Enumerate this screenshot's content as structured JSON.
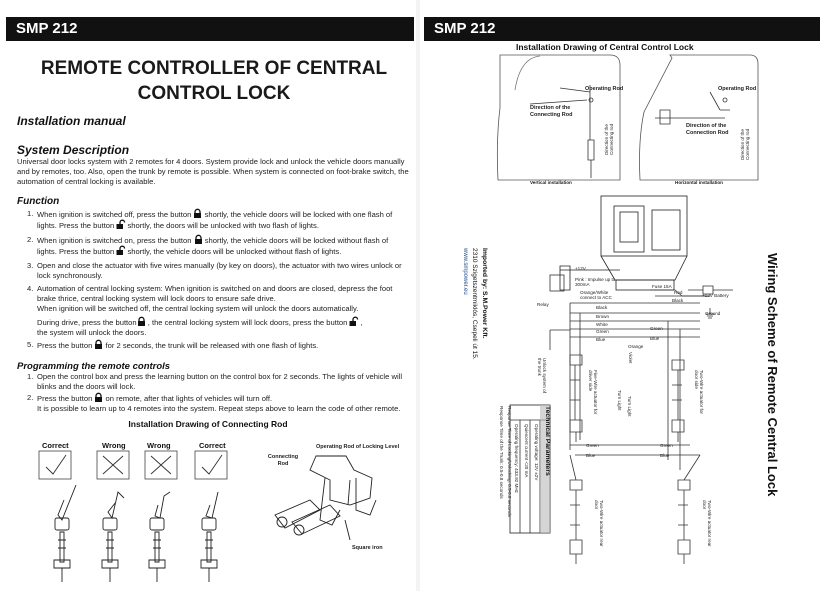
{
  "left": {
    "header": "SMP 212",
    "title": "REMOTE CONTROLLER OF CENTRAL CONTROL LOCK",
    "install_manual": "Installation manual",
    "system_desc": {
      "heading": "System Description",
      "text": "Universal door locks system with 2 remotes for 4 doors. System provide lock and unlock the vehicle doors manually and by remotes, too.  Also, open the trunk by remote is possible. When system is connected on foot-brake switch, the automation of central locking is available."
    },
    "function": {
      "heading": "Function",
      "items": [
        {
          "n": "1.",
          "a": "When ignition is switched off, press the button ",
          "b": " shortly, the vehicle doors will be locked with one flash of lights. Press the button ",
          "c": " shortly, the doors will be unlocked with two flash of lights."
        },
        {
          "n": "2.",
          "a": "When ignition is switched on, press the button ",
          "b": " shortly, the vehicle doors will be locked without flash of lights. Press the button ",
          "c": " shortly, the vehicle doors will be unlocked without flash of lights."
        },
        {
          "n": "3.",
          "a": "Open and close the actuator with five wires manually (by key on doors), the actuator with two wires unlock or lock synchronously."
        },
        {
          "n": "4.",
          "a": "Automation of central locking system: When ignition is switched on and doors are closed, depress the foot brake thrice, central locking system will lock doors to ensure safe drive.",
          "a2": "When ignition will be switched off, the central locking system will unlock the doors automatically.",
          "a3": "During drive, press the button ",
          "b": " , the central locking system will lock doors, press the button ",
          "c": " ,",
          "d": "the system will unlock the doors."
        },
        {
          "n": "5.",
          "a": "Press the button ",
          "b": " for 2 seconds, the trunk will be released with one flash of lights."
        }
      ]
    },
    "programming": {
      "heading": "Programming the remote controls",
      "items": [
        {
          "n": "1.",
          "a": "Open the control box and press the learning button on the control box for 2 seconds. The lights of vehicle will blinks and the doors will lock."
        },
        {
          "n": "2.",
          "a": "Press the button ",
          "b": " on remote, after that lights of vehicles will turn off.",
          "c": "It is possible to learn up to 4 remotes into the system. Repeat steps above to learn the code of other remote."
        }
      ]
    },
    "drawing": {
      "title": "Installation Drawing of Connecting Rod",
      "labels": [
        "Correct",
        "Wrong",
        "Wrong",
        "Correct"
      ],
      "connecting_rod": "Connecting Rod",
      "operating_rod": "Operating Rod of Locking Level",
      "square_iron": "Square iron"
    }
  },
  "right": {
    "header": "SMP 212",
    "central_title": "Installation Drawing of Central Control Lock",
    "operating_rod": "Operating Rod",
    "dir_conn_rod": "Direction of the Connecting Rod",
    "dir_conn_rod2": "Direction of the Connection Rod",
    "dir_of_the": "Direction of the Connecting rod",
    "vertical": "Vertical installation",
    "horizontal": "Horizontal installation",
    "wiring_title": "Wiring Scheme of Remote Central Lock",
    "importer": {
      "line1": "Imported by: S.M.Power Kft.",
      "line2": "2310 Szigetszentmiklós, Csepeli út 15.",
      "line3": "www.smpower.eu"
    },
    "tech": {
      "heading": "Technical Parameters",
      "rows": [
        "Operating voltage: 12V ±2V",
        "Quiescent current <20 mA",
        "Operating frequency: 433.92 MHz",
        "Response Time of Locking/Unlocking: 0.5-0.8 seconds",
        "Response Time of the Trunk: 0.5-0.8 seconds"
      ]
    },
    "wires": {
      "plus12": "+12V",
      "pink": "Pink : Impulse up to 300mA",
      "orange_white": "Orange/White connect to ACC",
      "relay": "Relay",
      "unlock_trunk": "Unlock system of the trunk",
      "fuse": "Fuse 15A",
      "red": "Red",
      "black": "Black",
      "battery": "+12V Battery",
      "ground": "Ground",
      "brown": "Brown",
      "white": "White",
      "green": "Green",
      "blue": "Blue",
      "orange": "Orange",
      "violet": "Violet",
      "turn_light": "Turn Light",
      "five_wire": "Five-Wire actuator for driver side",
      "two_wire_r": "Two-Wire actuator for door side",
      "two_wire_rear": "Two-Wire actuator rear door"
    }
  }
}
